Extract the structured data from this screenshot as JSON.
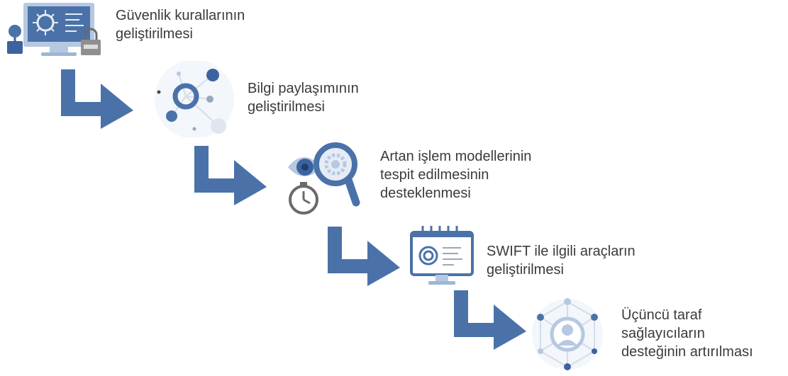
{
  "steps": [
    {
      "label": "Güvenlik kurallarının\ngeliştirilmesi",
      "icon": "monitor-network-icon"
    },
    {
      "label": "Bilgi paylaşımının\ngeliştirilmesi",
      "icon": "network-nodes-icon"
    },
    {
      "label": "Artan işlem modellerinin\ntespit edilmesinin\ndesteklenmesi",
      "icon": "eye-magnifier-stopwatch-icon"
    },
    {
      "label": "SWIFT ile ilgili araçların\ngeliştirilmesi",
      "icon": "swift-monitor-icon"
    },
    {
      "label": "Üçüncü taraf\nsağlayıcıların\ndesteğinin artırılması",
      "icon": "third-party-network-icon"
    }
  ],
  "colors": {
    "arrow": "#4a72a8",
    "icon_blue": "#3c63a0",
    "icon_light": "#b6c8e2",
    "icon_pale": "#e5ecf5",
    "text": "#3b3b3b"
  }
}
